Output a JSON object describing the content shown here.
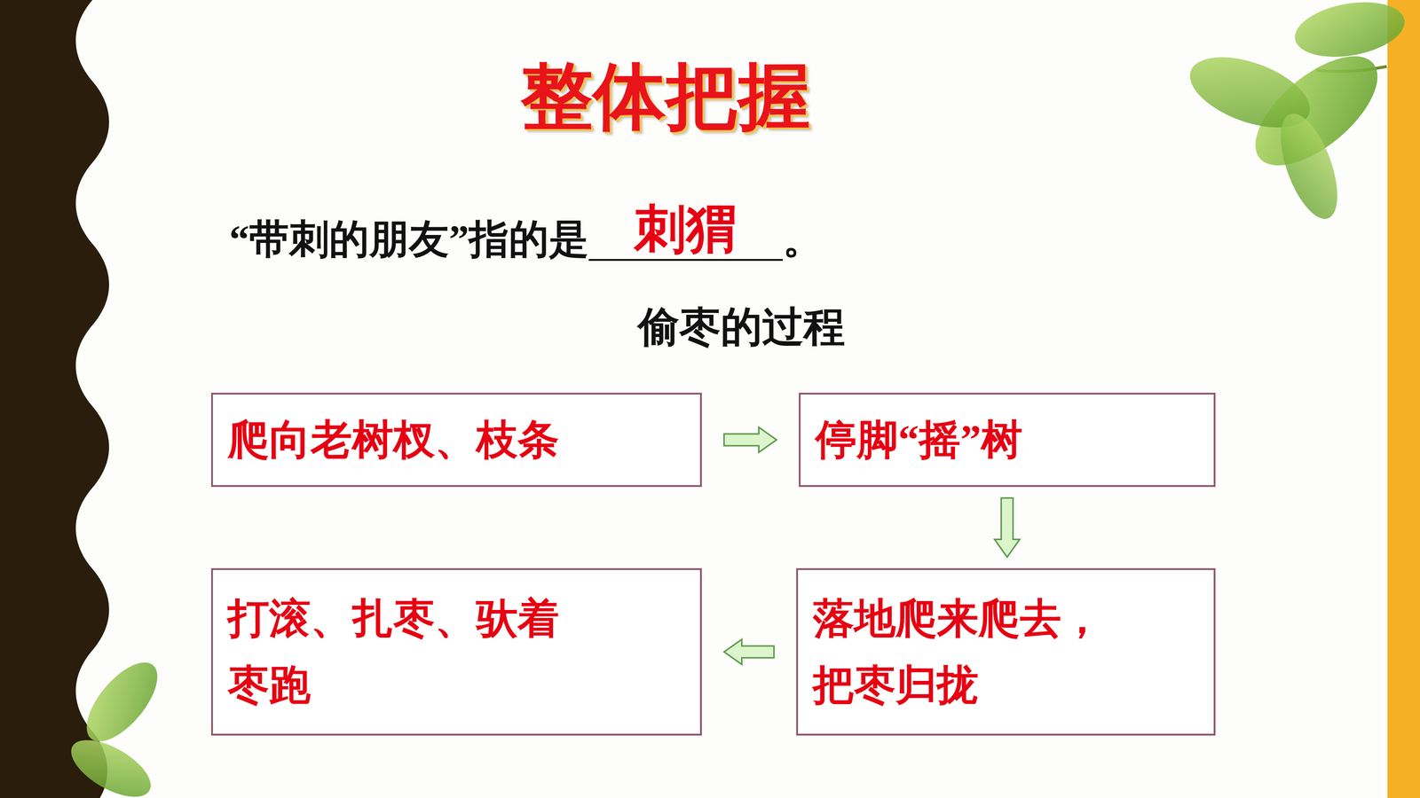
{
  "diagram": {
    "title": "整体把握",
    "nodes": [
      {
        "text": [
          "爬向老树杈、枝条"
        ]
      },
      {
        "text": [
          "停脚“摇”树"
        ]
      },
      {
        "text": [
          "落地爬来爬去，把枣归拢"
        ]
      },
      {
        "text": [
          "打滚、扎枣、驮着枣跑"
        ]
      }
    ],
    "edges": [
      {
        "from": 0,
        "to": 1,
        "arrow": "to"
      },
      {
        "from": 1,
        "to": 2,
        "arrow": "to"
      },
      {
        "from": 2,
        "to": 3,
        "arrow": "to"
      }
    ],
    "labels": [
      "“带刺的朋友”指的是",
      "刺猬",
      "。",
      "偷枣的过程"
    ]
  }
}
